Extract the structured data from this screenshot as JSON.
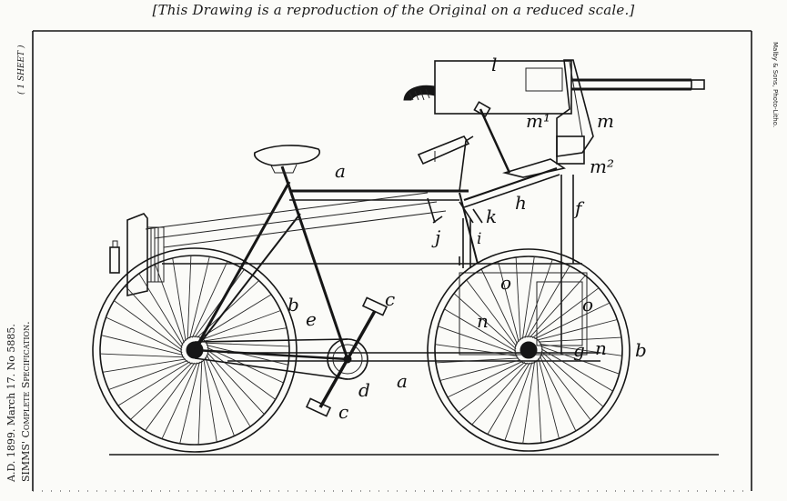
{
  "header": {
    "note": "[This Drawing is a reproduction of the Original on a reduced scale.]"
  },
  "margin": {
    "sheet": "( 1 SHEET )",
    "date_line": "A.D. 1899.  March 17.  No 5885.",
    "spec_line": "SIMMS' Complete Specification.",
    "printer": "Malby & Sons, Photo-Litho."
  },
  "callouts": {
    "a_top": "a",
    "a_bottom": "a",
    "b_left": "b",
    "b_right": "b",
    "c_upper": "c",
    "c_lower": "c",
    "d": "d",
    "e": "e",
    "f": "f",
    "g": "g",
    "h": "h",
    "i": "i",
    "j": "j",
    "k": "k",
    "l": "l",
    "m": "m",
    "m1": "m¹",
    "m2": "m²",
    "n_left": "n",
    "n_right": "n",
    "o_left": "o",
    "o_right": "o"
  }
}
